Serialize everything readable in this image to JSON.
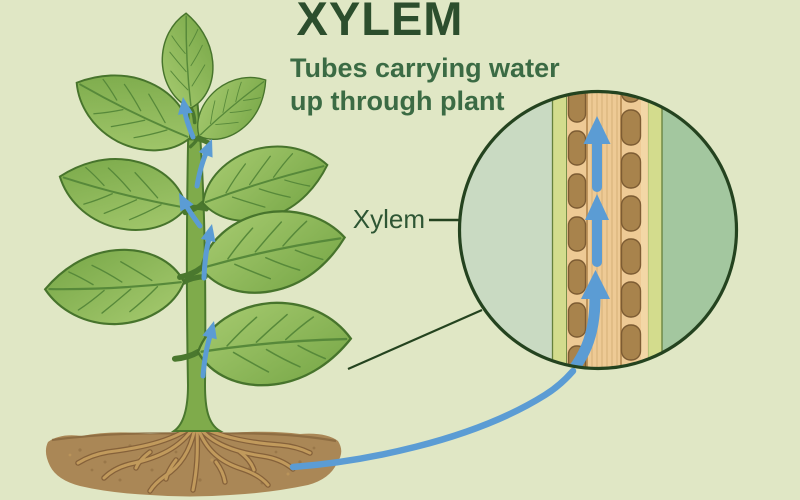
{
  "header": {
    "title": "XYLEM",
    "subtitle_line1": "Tubes carrying water",
    "subtitle_line2": "up through plant"
  },
  "callout": {
    "label": "Xylem"
  },
  "diagram": {
    "plant": {
      "leaves": 8,
      "stem_arrows": 5,
      "meaning": "blue arrows show water moving up the stem from roots in soil"
    },
    "inset": {
      "arrows": 3,
      "meaning": "magnified view of stem showing xylem tube cells carrying water upward"
    }
  },
  "colors": {
    "bg": "#e0e7c5",
    "title-green": "#2c4e2d",
    "subtitle-green": "#3b6b44",
    "label-green": "#2e5634",
    "leaf-outline": "#47742c",
    "vein": "#57893a",
    "stem-fill": "#7fab4b",
    "stem-outline": "#4a782e",
    "arrow-blue": "#5b9cd4",
    "soil-fill": "#aa8756",
    "soil-edge": "#7f5f38",
    "root-fill": "#c19a5c",
    "root-outline": "#85613a",
    "lens-border": "#24431f",
    "lens-bg-left": "#c9dac2",
    "lens-bg-right": "#a3c79f",
    "strip-yellow": "#d3dc8d",
    "strip-edge": "#66803c",
    "tube-tan": "#eeca95",
    "tube-tan-light": "#f3d7a6",
    "cell-brown": "#a8834c",
    "cell-outline": "#7d5c33",
    "streak-light": "#d9b57d",
    "streak-dark": "#b98e55"
  }
}
